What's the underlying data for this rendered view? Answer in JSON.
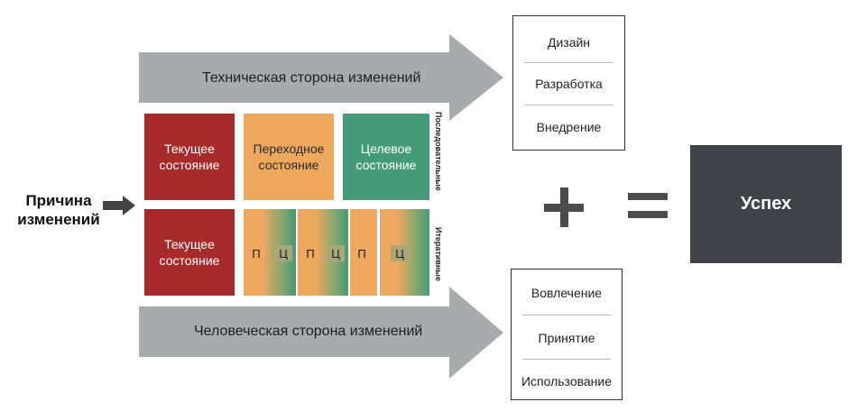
{
  "arrows": {
    "technical": "Техническая сторона изменений",
    "human": "Человеческая сторона изменений"
  },
  "cause": {
    "line1": "Причина",
    "line2": "изменений"
  },
  "rows": {
    "sequential": {
      "label": "Последовательные",
      "current": "Текущее состояние",
      "transitional": "Переходное состояние",
      "target": "Целевое состояние"
    },
    "iterative": {
      "label": "Итеративные",
      "current": "Текущее состояние",
      "tags": [
        "П",
        "Ц",
        "П",
        "Ц",
        "П",
        "Ц"
      ]
    }
  },
  "technical_list": [
    "Дизайн",
    "Разработка",
    "Внедрение"
  ],
  "human_list": [
    "Вовлечение",
    "Принятие",
    "Использование"
  ],
  "operators": {
    "plus": "+",
    "equals": "="
  },
  "result": "Успех",
  "colors": {
    "red": "#a62b2a",
    "orange": "#eea85e",
    "green": "#449a79",
    "arrow_gray": "#a9aaac",
    "result_bg": "#404448"
  }
}
